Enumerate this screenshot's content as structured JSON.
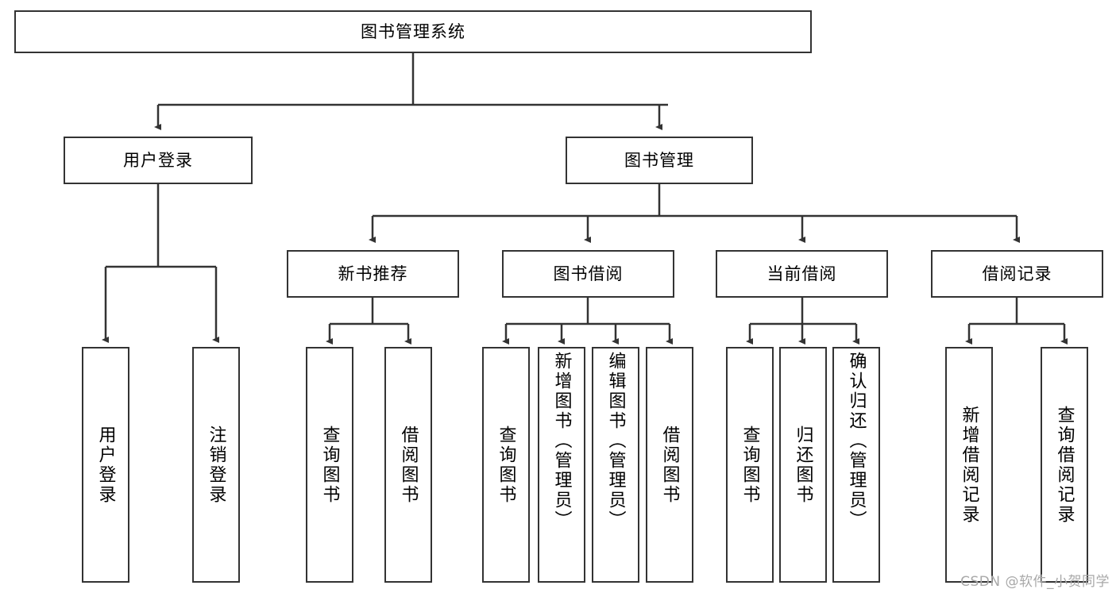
{
  "diagram": {
    "title": "图书管理系统",
    "type": "tree-hierarchy-chart",
    "root": {
      "label": "图书管理系统"
    },
    "level2": [
      {
        "label": "用户登录"
      },
      {
        "label": "图书管理"
      }
    ],
    "level3": [
      {
        "label": "新书推荐"
      },
      {
        "label": "图书借阅"
      },
      {
        "label": "当前借阅"
      },
      {
        "label": "借阅记录"
      }
    ],
    "leaves": {
      "user_login": [
        {
          "label": "用户登录"
        },
        {
          "label": "注销登录"
        }
      ],
      "new_book_recommend": [
        {
          "label": "查询图书"
        },
        {
          "label": "借阅图书"
        }
      ],
      "book_borrow": [
        {
          "label": "查询图书"
        },
        {
          "label": "新增图书（管理员）"
        },
        {
          "label": "编辑图书（管理员）"
        },
        {
          "label": "借阅图书"
        }
      ],
      "current_borrow": [
        {
          "label": "查询图书"
        },
        {
          "label": "归还图书"
        },
        {
          "label": "确认归还（管理员）"
        }
      ],
      "borrow_record": [
        {
          "label": "新增借阅记录"
        },
        {
          "label": "查询借阅记录"
        }
      ]
    }
  },
  "watermark": {
    "text": "CSDN @软件_小贺同学"
  },
  "colors": {
    "stroke": "#333333",
    "background": "#ffffff",
    "text": "#000000",
    "watermark": "#a8a8a8"
  }
}
